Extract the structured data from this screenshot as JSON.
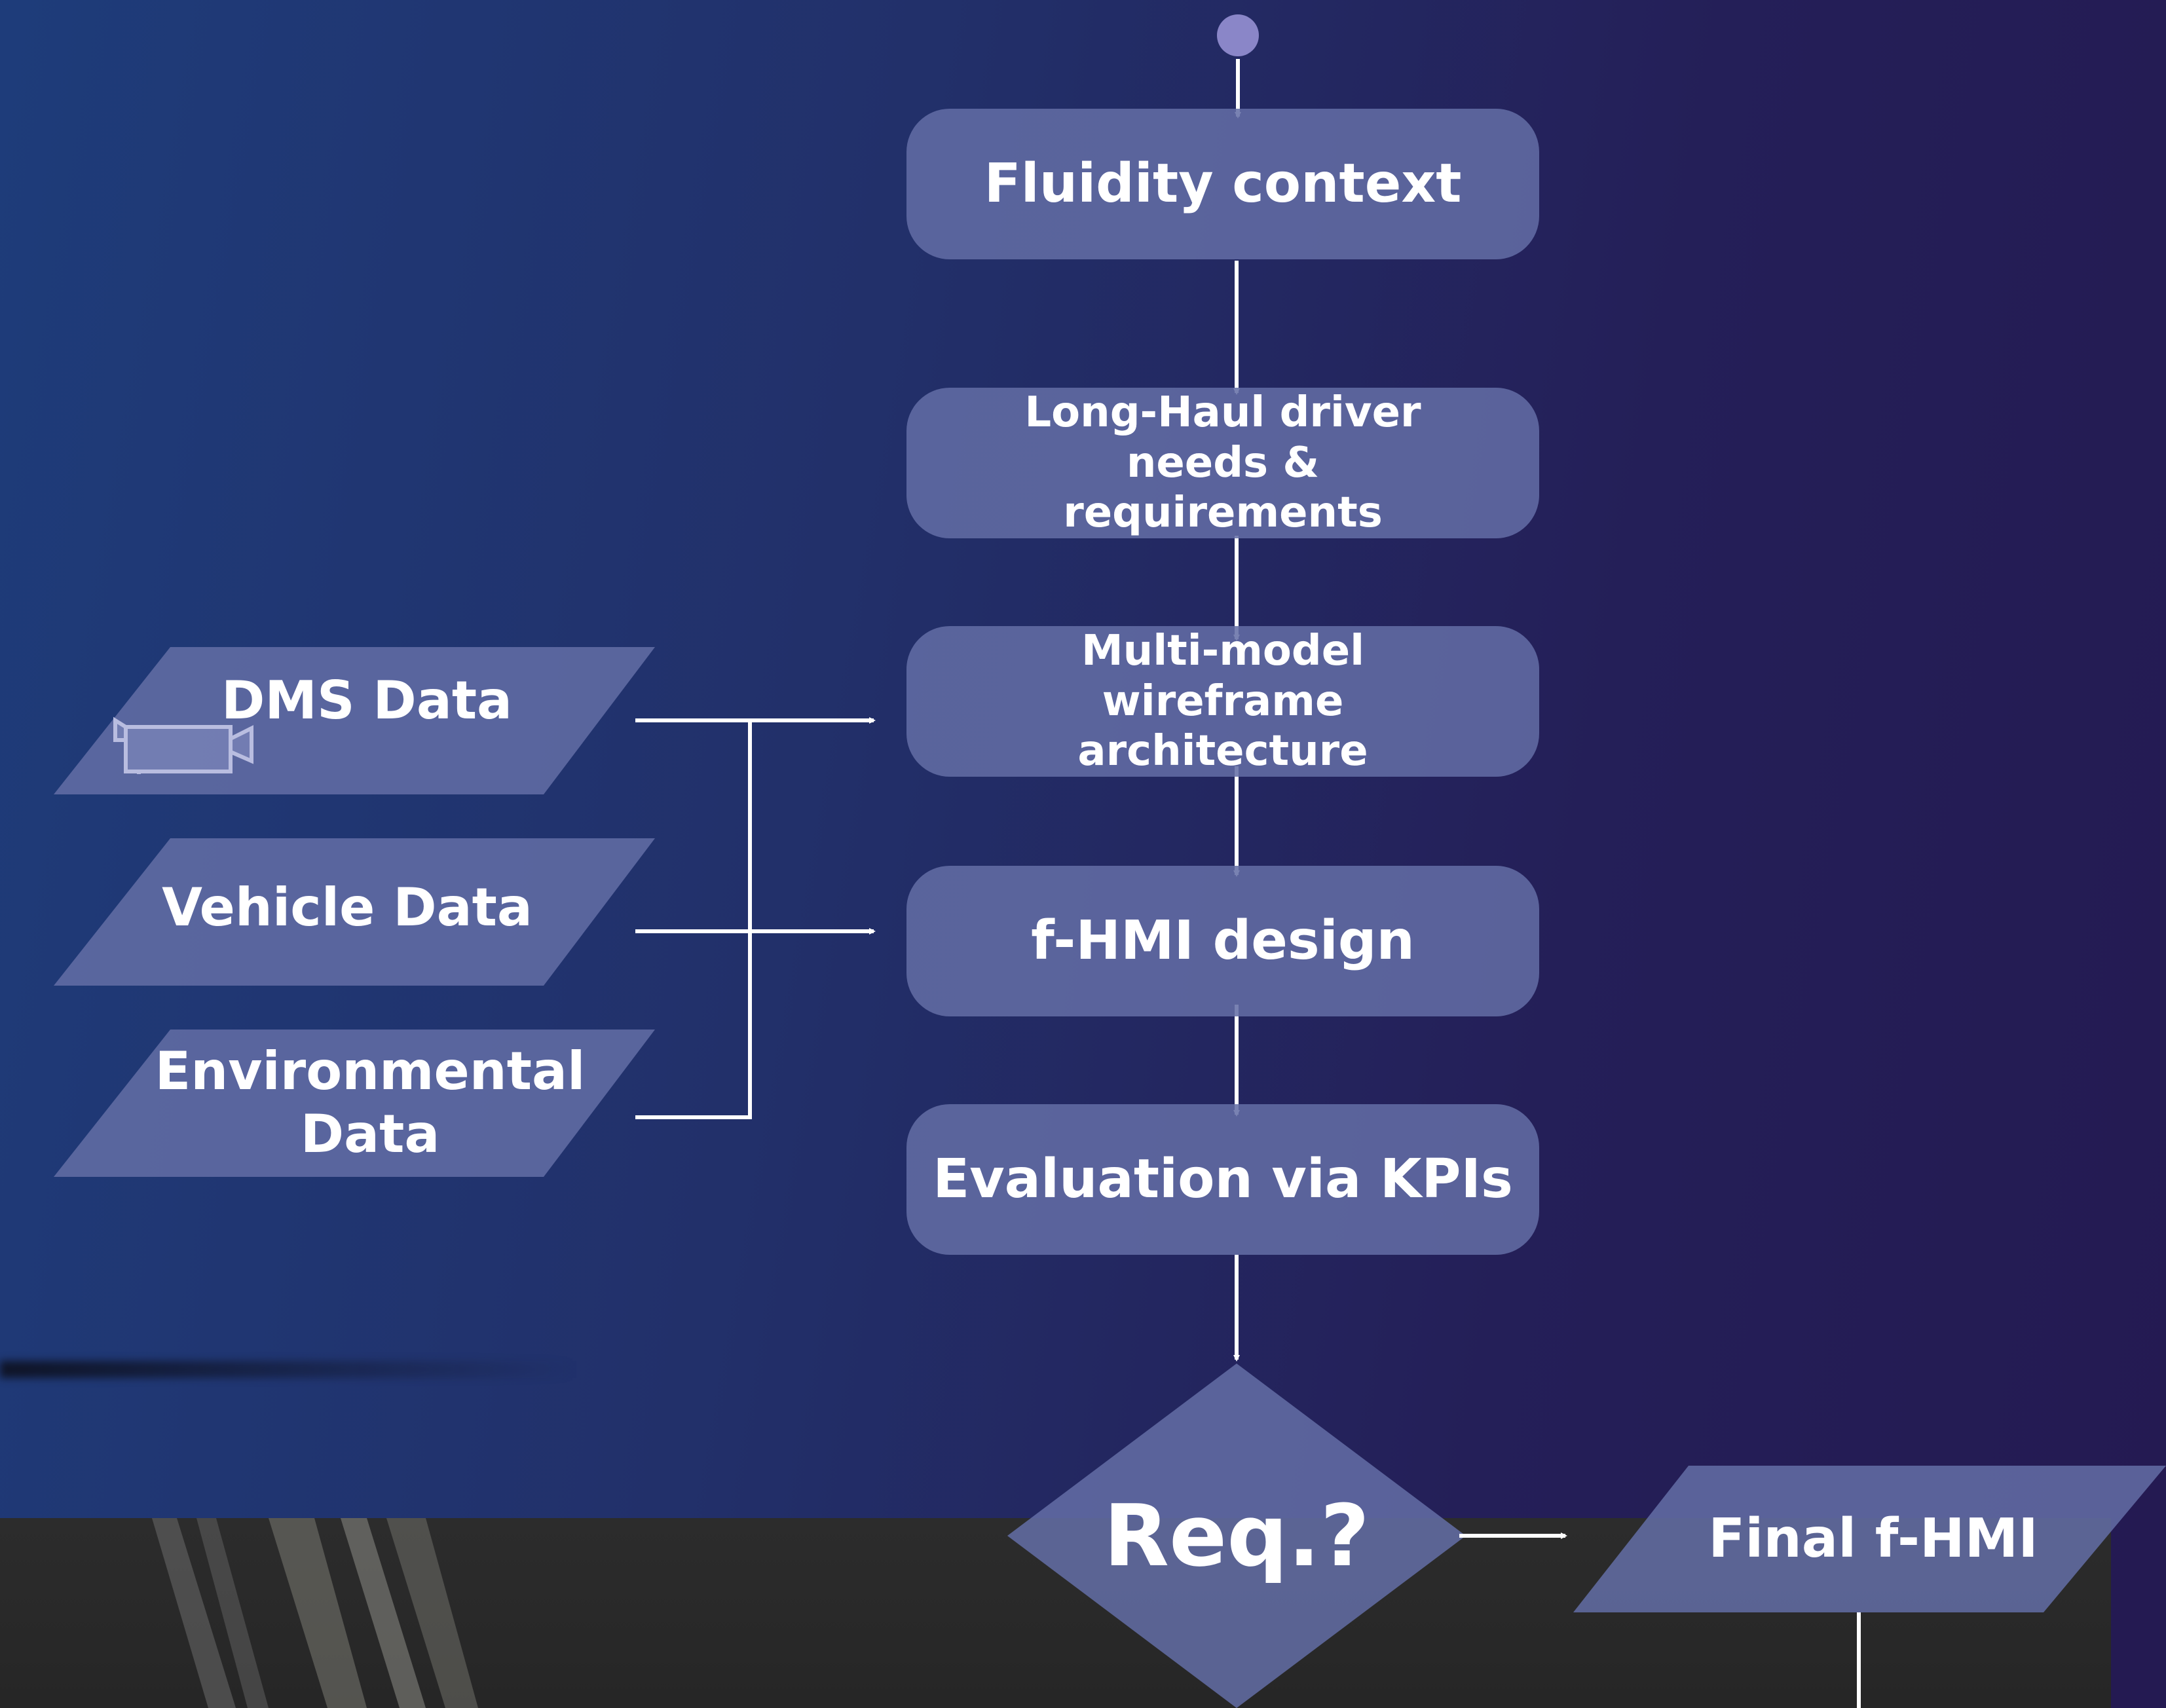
{
  "nodes": {
    "fluidity_context": "Fluidity context",
    "long_haul": "Long-Haul driver needs & requirements",
    "multi_model": "Multi-model wireframe architecture",
    "fhmi_design": "f-HMI design",
    "evaluation": "Evaluation via KPIs",
    "decision": "Req.?",
    "final": "Final f-HMI"
  },
  "inputs": {
    "dms": "DMS Data",
    "vehicle": "Vehicle Data",
    "environmental": "Environmental Data"
  },
  "icons": {
    "start": "start-node-icon",
    "camera": "camera-icon"
  },
  "colors": {
    "node_fill": "#636da5",
    "start_dot": "#8a86c8",
    "arrow": "#ffffff"
  }
}
